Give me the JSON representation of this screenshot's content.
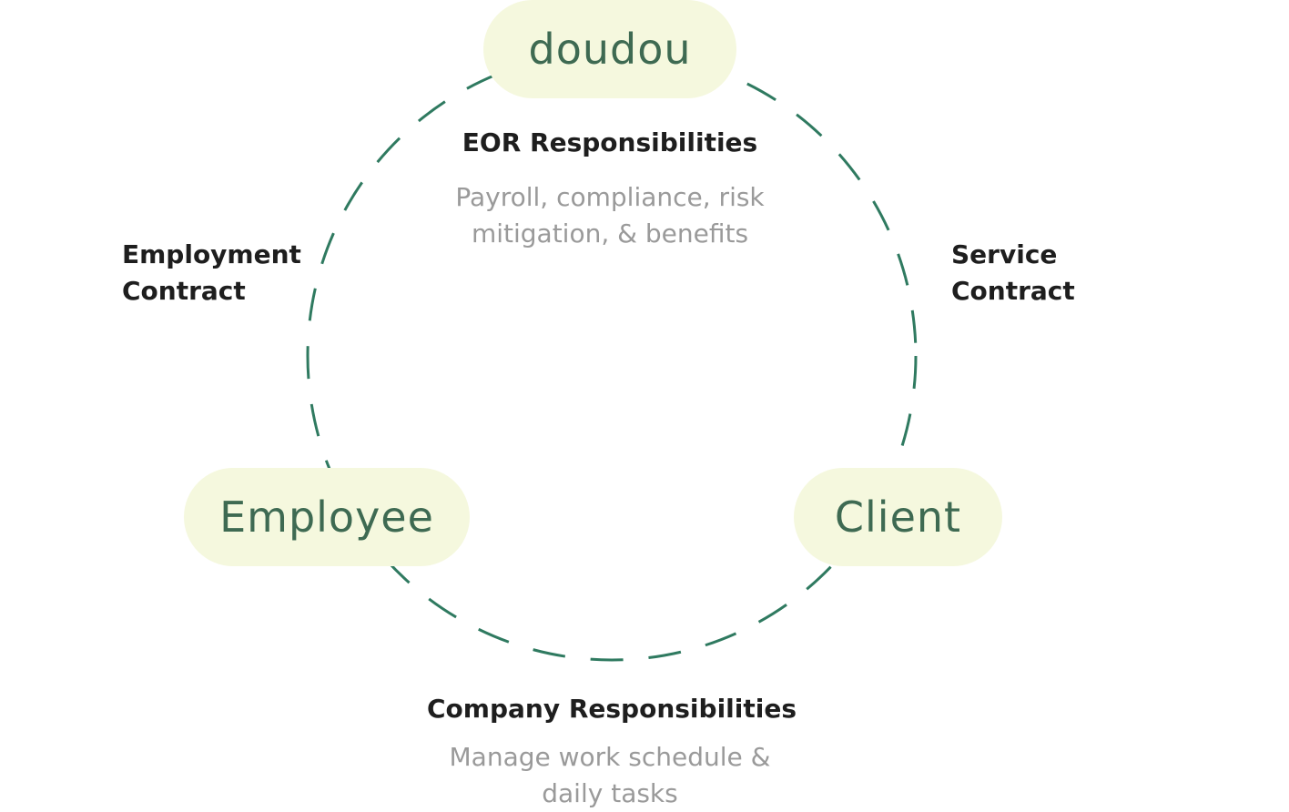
{
  "nodes": {
    "top": "doudou",
    "left": "Employee",
    "right": "Client"
  },
  "relations": {
    "left": {
      "line1": "Employment",
      "line2": "Contract"
    },
    "right": {
      "line1": "Service",
      "line2": "Contract"
    }
  },
  "eor": {
    "title": "EOR Responsibilities",
    "line1": "Payroll, compliance, risk",
    "line2": "mitigation, & benefits"
  },
  "company": {
    "title": "Company Responsibilities",
    "line1": "Manage work schedule &",
    "line2": "daily tasks"
  },
  "colors": {
    "dash": "#2f7a60",
    "pill_bg": "#f5f8de",
    "node_text": "#3e6a52",
    "heading_text": "#1e1e1e",
    "description_text": "#9a9a9a"
  }
}
